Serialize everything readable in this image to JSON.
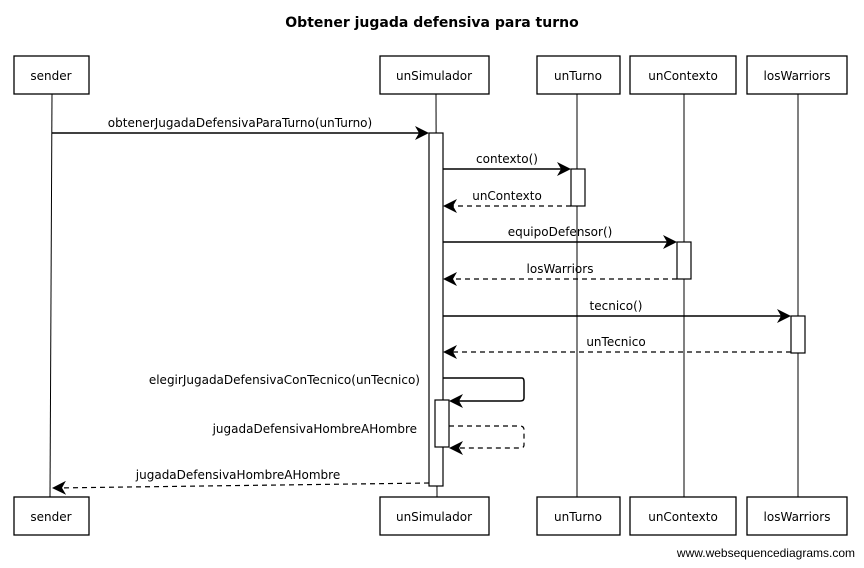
{
  "diagram": {
    "title": "Obtener jugada defensiva para turno",
    "participants": [
      "sender",
      "unSimulador",
      "unTurno",
      "unContexto",
      "losWarriors"
    ],
    "messages": [
      {
        "label": "obtenerJugadaDefensivaParaTurno(unTurno)",
        "from": "sender",
        "to": "unSimulador",
        "kind": "call"
      },
      {
        "label": "contexto()",
        "from": "unSimulador",
        "to": "unTurno",
        "kind": "call"
      },
      {
        "label": "unContexto",
        "from": "unTurno",
        "to": "unSimulador",
        "kind": "return"
      },
      {
        "label": "equipoDefensor()",
        "from": "unSimulador",
        "to": "unContexto",
        "kind": "call"
      },
      {
        "label": "losWarriors",
        "from": "unContexto",
        "to": "unSimulador",
        "kind": "return"
      },
      {
        "label": "tecnico()",
        "from": "unSimulador",
        "to": "losWarriors",
        "kind": "call"
      },
      {
        "label": "unTecnico",
        "from": "losWarriors",
        "to": "unSimulador",
        "kind": "return"
      },
      {
        "label": "elegirJugadaDefensivaConTecnico(unTecnico)",
        "from": "unSimulador",
        "to": "unSimulador",
        "kind": "self-call"
      },
      {
        "label": "jugadaDefensivaHombreAHombre",
        "from": "unSimulador",
        "to": "unSimulador",
        "kind": "self-return"
      },
      {
        "label": "jugadaDefensivaHombreAHombre",
        "from": "unSimulador",
        "to": "sender",
        "kind": "return"
      }
    ]
  },
  "watermark": "www.websequencediagrams.com"
}
